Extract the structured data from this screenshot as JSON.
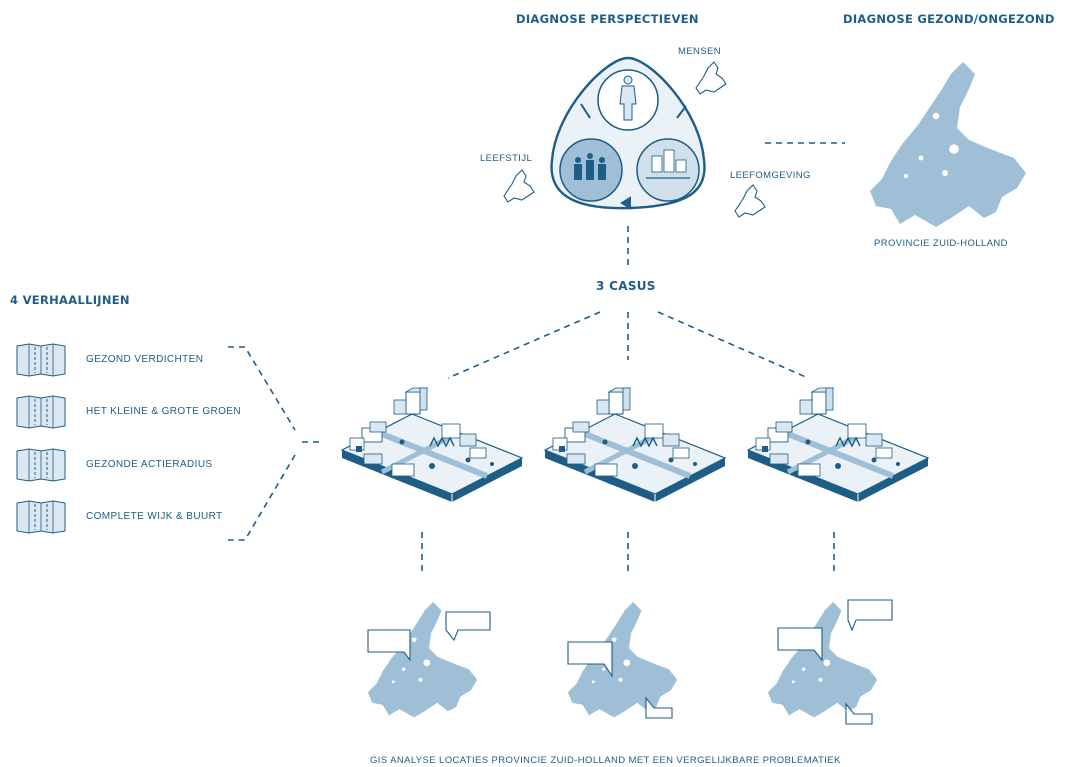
{
  "headings": {
    "perspectieven": "DIAGNOSE PERSPECTIEVEN",
    "gezond": "DIAGNOSE GEZOND/ONGEZOND",
    "casus": "3 CASUS",
    "verhaallijnen": "4 VERHAALLIJNEN"
  },
  "perspectives": {
    "mensen": "MENSEN",
    "leefstijl": "LEEFSTIJL",
    "leefomgeving": "LEEFOMGEVING"
  },
  "province_label": "PROVINCIE ZUID-HOLLAND",
  "verhaallijnen": [
    {
      "label": "GEZOND VERDICHTEN"
    },
    {
      "label": "HET KLEINE & GROTE GROEN"
    },
    {
      "label": "GEZONDE ACTIERADIUS"
    },
    {
      "label": "COMPLETE WIJK & BUURT"
    }
  ],
  "footer": "GIS ANALYSE LOCATIES PROVINCIE ZUID-HOLLAND MET EEN VERGELIJKBARE PROBLEMATIEK",
  "colors": {
    "primary": "#1e5d86",
    "map_fill": "#9ebfd6",
    "pale": "#dbe8f1"
  },
  "icons": [
    "route-map-icon",
    "province-map-icon",
    "city-block-icon",
    "mini-country-icon",
    "person-icon",
    "callout-icon"
  ]
}
